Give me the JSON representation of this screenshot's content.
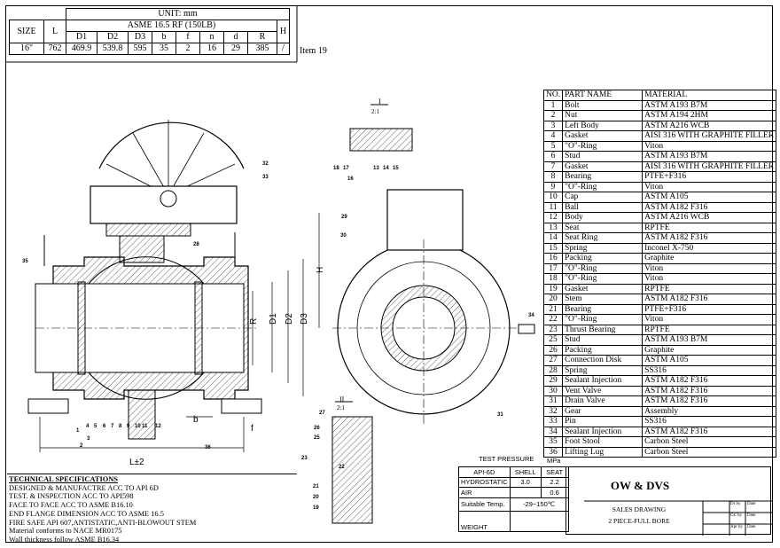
{
  "header": {
    "unit": "UNIT: mm",
    "col_size": "SIZE",
    "col_l": "L",
    "asme": "ASME 16.5 RF (150LB)",
    "sub": [
      "D1",
      "D2",
      "D3",
      "b",
      "f",
      "n",
      "d",
      "R",
      "H"
    ],
    "row": [
      "16\"",
      "762",
      "469.9",
      "539.8",
      "595",
      "35",
      "2",
      "16",
      "29",
      "385",
      "/"
    ],
    "item_note": "Item 19"
  },
  "parts": {
    "header": [
      "NO.",
      "PART NAME",
      "MATERIAL"
    ],
    "rows": [
      [
        "1",
        "Bolt",
        "ASTM A193 B7M"
      ],
      [
        "2",
        "Nut",
        "ASTM A194 2HM"
      ],
      [
        "3",
        "Left Body",
        "ASTM A216 WCB"
      ],
      [
        "4",
        "Gasket",
        "AISI 316 WITH GRAPHITE FILLER"
      ],
      [
        "5",
        "\"O\"-Ring",
        "Viton"
      ],
      [
        "6",
        "Stud",
        "ASTM A193 B7M"
      ],
      [
        "7",
        "Gasket",
        "AISI 316 WITH GRAPHITE FILLER"
      ],
      [
        "8",
        "Bearing",
        "PTFE+F316"
      ],
      [
        "9",
        "\"O\"-Ring",
        "Viton"
      ],
      [
        "10",
        "Cap",
        "ASTM A105"
      ],
      [
        "11",
        "Ball",
        "ASTM A182 F316"
      ],
      [
        "12",
        "Body",
        "ASTM A216 WCB"
      ],
      [
        "13",
        "Seat",
        "RPTFE"
      ],
      [
        "14",
        "Seat Ring",
        "ASTM A182 F316"
      ],
      [
        "15",
        "Spring",
        "Inconel X-750"
      ],
      [
        "16",
        "Packing",
        "Graphite"
      ],
      [
        "17",
        "\"O\"-Ring",
        "Viton"
      ],
      [
        "18",
        "\"O\"-Ring",
        "Viton"
      ],
      [
        "19",
        "Gasket",
        "RPTFE"
      ],
      [
        "20",
        "Stem",
        "ASTM A182 F316"
      ],
      [
        "21",
        "Bearing",
        "PTFE+F316"
      ],
      [
        "22",
        "\"O\"-Ring",
        "Viton"
      ],
      [
        "23",
        "Thrust Bearing",
        "RPTFE"
      ],
      [
        "25",
        "Stud",
        "ASTM A193 B7M"
      ],
      [
        "26",
        "Packing",
        "Graphite"
      ],
      [
        "27",
        "Connection Disk",
        "ASTM A105"
      ],
      [
        "28",
        "Spring",
        "SS316"
      ],
      [
        "29",
        "Sealant Injection",
        "ASTM A182 F316"
      ],
      [
        "30",
        "Vent Valve",
        "ASTM A182 F316"
      ],
      [
        "31",
        "Drain Valve",
        "ASTM A182 F316"
      ],
      [
        "32",
        "Gear",
        "Assembly"
      ],
      [
        "33",
        "Pin",
        "SS316"
      ],
      [
        "34",
        "Sealant Injection",
        "ASTM A182 F316"
      ],
      [
        "35",
        "Foot Stool",
        "Carbon Steel"
      ],
      [
        "36",
        "Lifting Lug",
        "Carbon Steel"
      ]
    ]
  },
  "tech": {
    "title": "TECHNICAL SPECIFICATIONS",
    "lines": [
      "DESIGNED & MANUFACTRE ACC TO API 6D",
      "TEST. & INSPECTION ACC TO API598",
      "FACE TO FACE ACC TO ASME B16.10",
      "END FLANGE DIMENSION ACC TO ASME 16.5",
      "FIRE SAFE API 607,ANTISTATIC,ANTI-BLOWOUT STEM",
      "Material conforms to NACE MR0175",
      "Wall thickness follow ASME B16.34"
    ]
  },
  "pressure": {
    "title": "TEST PRESSURE",
    "unit": "MPa",
    "cols": [
      "API-6D",
      "SHELL",
      "SEAT"
    ],
    "hydro": [
      "HYDROSTATIC",
      "3.0",
      "2.2"
    ],
    "air": [
      "AIR",
      "",
      "0.6"
    ],
    "temp": [
      "Suitable Temp.",
      "-29~150℃"
    ],
    "weight": [
      "WEIGHT",
      ""
    ]
  },
  "title_block": {
    "company": "OW & DVS",
    "drawing": "SALES DRAWING",
    "desc": "2 PIECE-FULL BORE",
    "sign": [
      "Dr by",
      "Date",
      "Ck' by",
      "Date",
      "Apr by",
      "Date"
    ]
  },
  "drawing_labels": {
    "detail1": "I",
    "detail1_scale": "2:1",
    "detail2": "II",
    "detail2_scale": "2:1",
    "dims": [
      "R",
      "D1",
      "D2",
      "D3",
      "H",
      "L±2",
      "b",
      "f"
    ],
    "balloons": [
      "1",
      "2",
      "3",
      "4",
      "5",
      "6",
      "7",
      "8",
      "9",
      "10",
      "11",
      "12",
      "13",
      "14",
      "15",
      "16",
      "17",
      "18",
      "19",
      "20",
      "21",
      "22",
      "23",
      "25",
      "26",
      "27",
      "28",
      "29",
      "30",
      "31",
      "32",
      "33",
      "34",
      "35",
      "36"
    ]
  }
}
